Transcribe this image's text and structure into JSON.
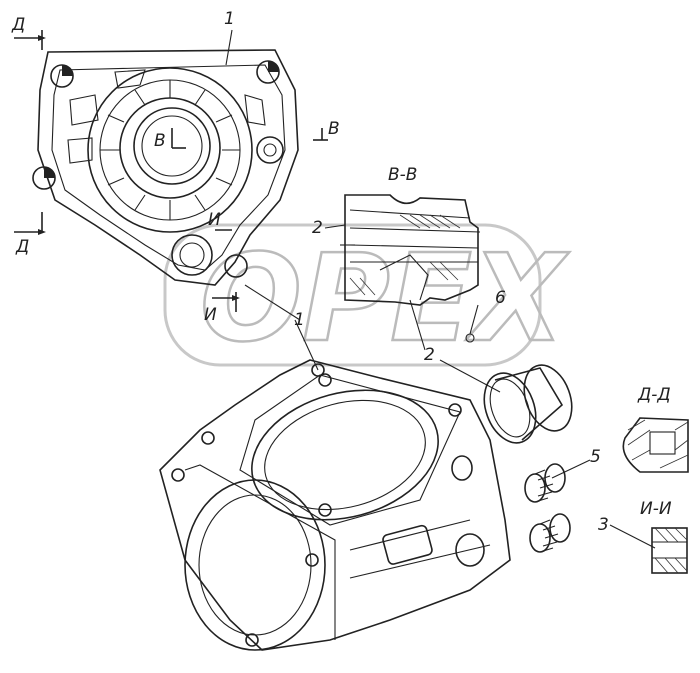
{
  "watermark": "OPEX",
  "labels": {
    "part_1_top": "1",
    "part_1_mid": "1",
    "part_2_a": "2",
    "part_2_b": "2",
    "part_3": "3",
    "part_5": "5",
    "part_6": "6",
    "section_d_top": "Д",
    "section_d_bottom": "Д",
    "section_v_mark": "В",
    "section_v_center": "В",
    "section_i_a": "И",
    "section_i_b": "И",
    "section_vv_title": "В-В",
    "section_dd_title": "Д-Д",
    "section_ii_title": "И-И"
  },
  "colors": {
    "line": "#222222",
    "watermark": "#bbbbbb",
    "background": "#ffffff"
  }
}
